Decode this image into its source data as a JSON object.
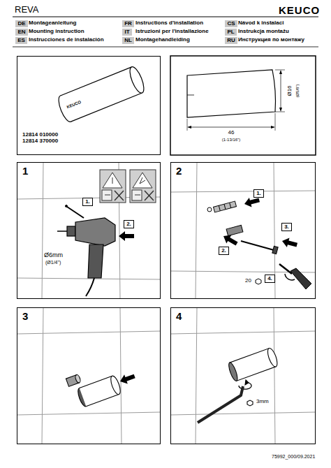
{
  "diagram": {
    "title": "REVA",
    "nodes": [
      {
        "text": [
          "DE"
        ]
      },
      {
        "text": [
          "FR"
        ]
      },
      {
        "text": [
          "CS"
        ]
      },
      {
        "text": [
          "EN"
        ]
      },
      {
        "text": [
          "IT"
        ]
      },
      {
        "text": [
          "PL"
        ]
      },
      {
        "text": [
          "ES"
        ]
      },
      {
        "text": [
          "NL"
        ]
      },
      {
        "text": [
          "RU"
        ]
      },
      {
        "text": [
          "12814 010000",
          "12814 370000"
        ]
      },
      {
        "text": [
          "1"
        ]
      },
      {
        "text": [
          "1."
        ],
        "in": 10
      },
      {
        "text": [
          "2."
        ],
        "in": 10
      },
      {
        "text": [
          "2"
        ]
      },
      {
        "text": [
          "1."
        ],
        "in": 13
      },
      {
        "text": [
          "2."
        ],
        "in": 13
      },
      {
        "text": [
          "3."
        ],
        "in": 13
      },
      {
        "text": [
          "4."
        ],
        "in": 13
      },
      {
        "text": [
          "3"
        ]
      },
      {
        "text": [
          "4"
        ]
      }
    ],
    "labels": [
      "KEUCO",
      "Montageanleitung",
      "Instructions d'installation",
      "Návod k instalaci",
      "Mounting instruction",
      "Istruzioni per l'installazione",
      "Instrukcja montażu",
      "Instrucciones de instalación",
      "Montagehandleiding",
      "Инструкция по монтажу",
      "Ø16",
      "(Ø5/8\")",
      "46",
      "(1-13/16\")",
      "Ø6mm",
      "(Ø1/4\")",
      "20",
      "3mm",
      "75992_000/09.2021",
      "KEUCO"
    ]
  }
}
